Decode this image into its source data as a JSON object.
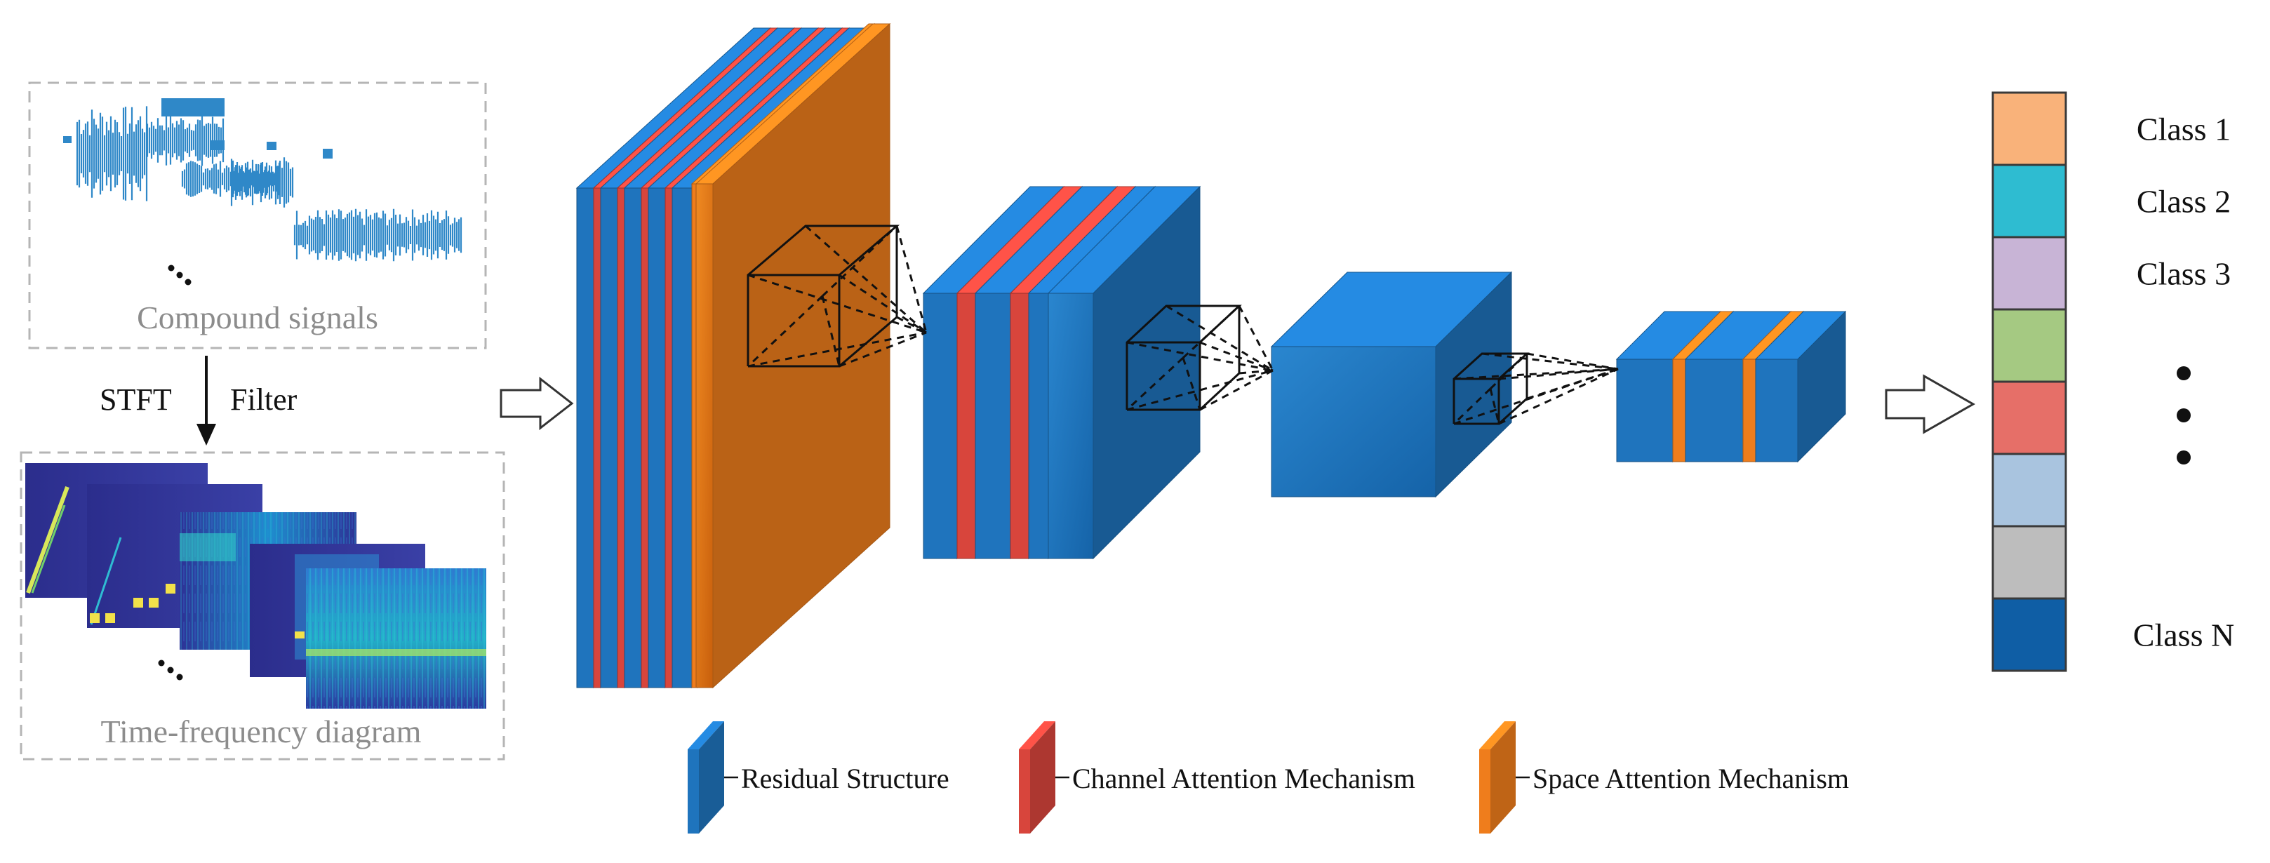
{
  "input": {
    "signals_label": "Compound signals",
    "stft_label": "STFT",
    "filter_label": "Filter",
    "tf_label": "Time-frequency diagram"
  },
  "legend": [
    {
      "label": "Residual Structure",
      "color": "#1f74bd"
    },
    {
      "label": "Channel Attention Mechanism",
      "color": "#d8453c"
    },
    {
      "label": "Space Attention Mechanism",
      "color": "#ef7d1c"
    }
  ],
  "classes": [
    {
      "label": "Class 1",
      "color": "#f9b27a"
    },
    {
      "label": "Class 2",
      "color": "#2ebcd1"
    },
    {
      "label": "Class 3",
      "color": "#c8b4d6"
    },
    {
      "label": "",
      "color": "#a5c982"
    },
    {
      "label": "",
      "color": "#e66f68"
    },
    {
      "label": "",
      "color": "#a9c4df"
    },
    {
      "label": "",
      "color": "#bdbdbd"
    },
    {
      "label": "Class N",
      "color": "#0f5ea5"
    }
  ],
  "colors": {
    "residual": "#1f74bd",
    "channel": "#d8453c",
    "space": "#ef7d1c",
    "frame": "#b5b5b5",
    "caption_text": "#8c8c8c"
  }
}
